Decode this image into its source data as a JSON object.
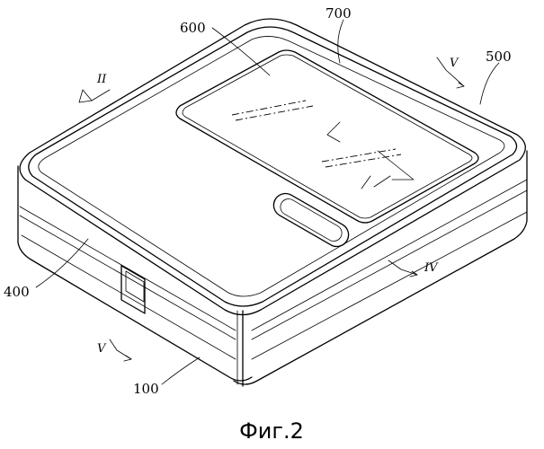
{
  "figure": {
    "caption": "Фиг.2",
    "labels": {
      "body_lower": "100",
      "body_upper": "400",
      "rim": "500",
      "window": "600",
      "top_cover": "700"
    },
    "section_marks": {
      "ii": "II",
      "iv": "IV",
      "v_top": "V",
      "v_bottom": "V"
    }
  }
}
